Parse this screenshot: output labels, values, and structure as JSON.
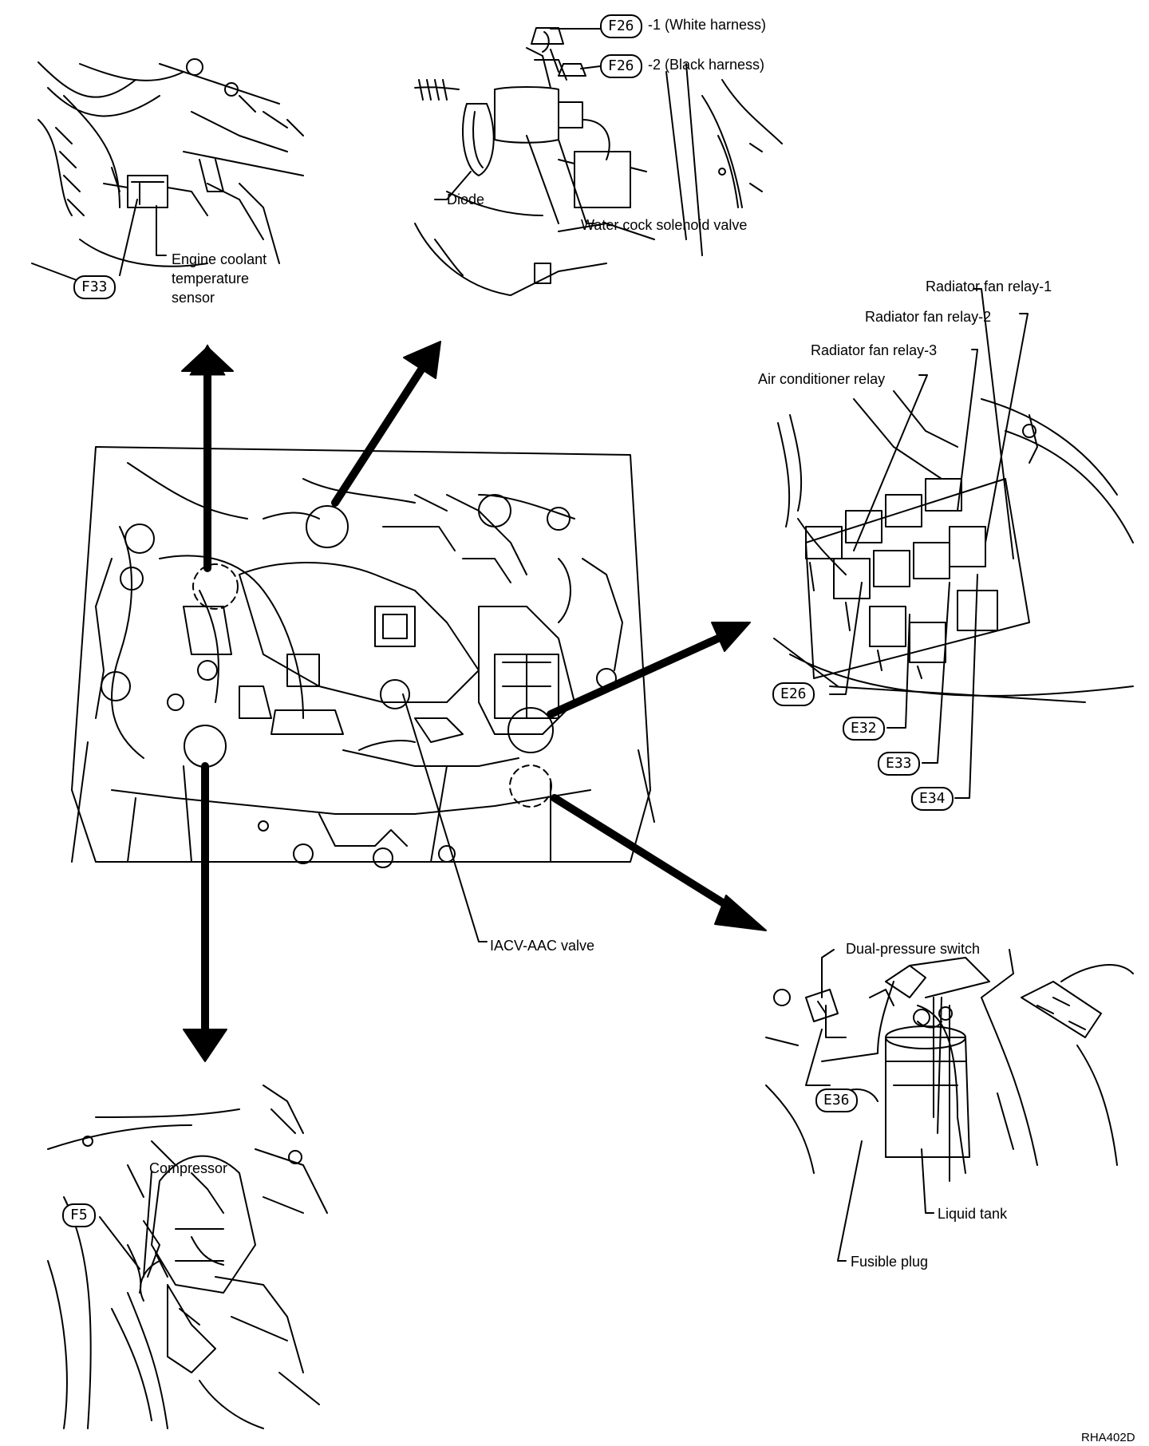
{
  "connectors": {
    "f26": "F26",
    "f26_1_suffix": "-1 (White harness)",
    "f26_2_suffix": "-2 (Black harness)",
    "f33": "F33",
    "f5": "F5",
    "e26": "E26",
    "e32": "E32",
    "e33": "E33",
    "e34": "E34",
    "e36": "E36"
  },
  "labels": {
    "engine_coolant_line1": "Engine coolant",
    "engine_coolant_line2": "temperature",
    "engine_coolant_line3": "sensor",
    "diode": "Diode",
    "water_cock": "Water cock solenoid valve",
    "radiator_fan_relay_1": "Radiator fan relay-1",
    "radiator_fan_relay_2": "Radiator fan relay-2",
    "radiator_fan_relay_3": "Radiator fan relay-3",
    "air_conditioner_relay": "Air conditioner relay",
    "iacv": "IACV-AAC valve",
    "dual_pressure_switch": "Dual-pressure switch",
    "liquid_tank": "Liquid tank",
    "fusible_plug": "Fusible plug",
    "compressor": "Compressor",
    "figure_code": "RHA402D"
  },
  "colors": {
    "ink": "#000000",
    "paper": "#ffffff"
  }
}
